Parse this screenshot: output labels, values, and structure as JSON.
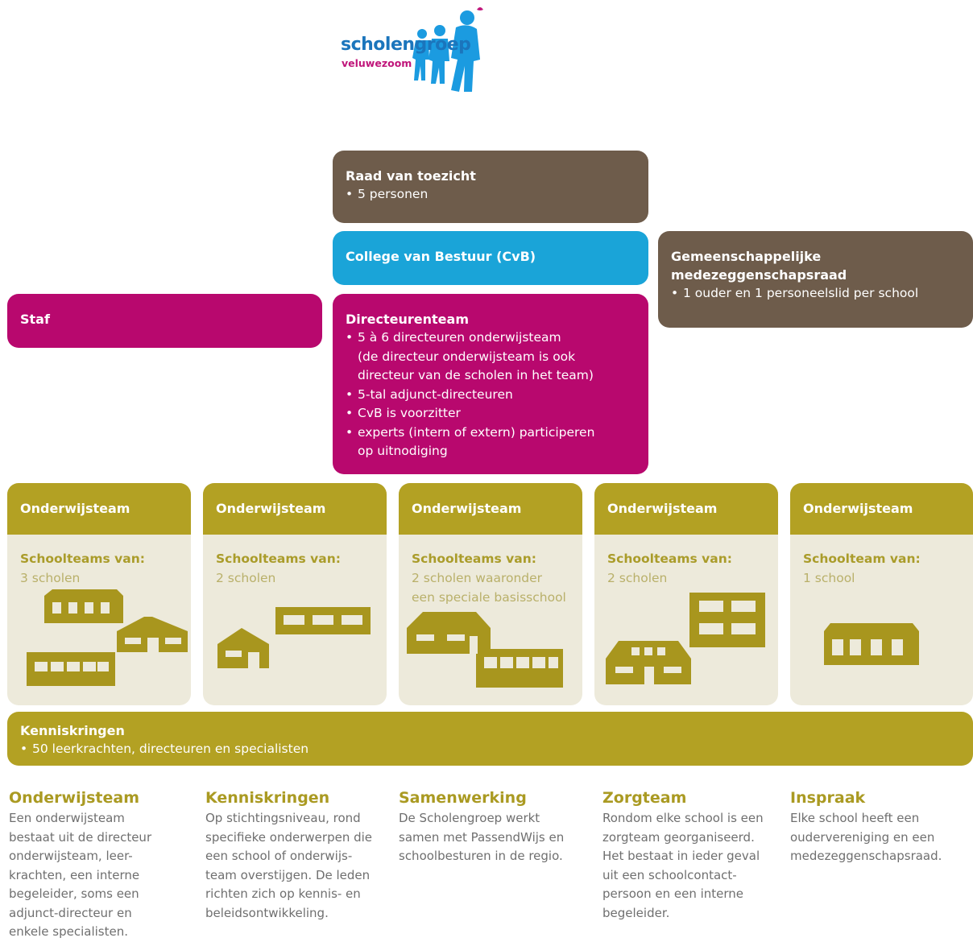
{
  "logo": {
    "word1": "scholengroep",
    "word2": "veluwezoom"
  },
  "colors": {
    "brown": "#6e5c4b",
    "blue": "#1aa4d8",
    "magenta": "#b8086e",
    "olive": "#b3a123",
    "panel": "#edeadb"
  },
  "raad": {
    "title": "Raad van toezicht",
    "items": [
      "5 personen"
    ]
  },
  "college": {
    "title": "College van Bestuur (CvB)"
  },
  "gmr": {
    "title_line1": "Gemeenschappelijke",
    "title_line2": "medezeggenschapsraad",
    "items": [
      "1 ouder en 1 personeelslid per school"
    ]
  },
  "staf": {
    "title": "Staf"
  },
  "directeuren": {
    "title": "Directeurenteam",
    "items": [
      {
        "line1": "5 à 6 directeuren onderwijsteam",
        "line2": "(de directeur onderwijsteam is ook",
        "line3": "directeur van de scholen in het team)"
      },
      {
        "line1": "5-tal adjunct-directeuren"
      },
      {
        "line1": "CvB is voorzitter"
      },
      {
        "line1": "experts (intern of extern) participeren",
        "line2": "op uitnodiging"
      }
    ]
  },
  "teams": [
    {
      "header": "Onderwijsteam",
      "label": "Schoolteams van:",
      "lines": [
        "3 scholen"
      ]
    },
    {
      "header": "Onderwijsteam",
      "label": "Schoolteams van:",
      "lines": [
        "2 scholen"
      ]
    },
    {
      "header": "Onderwijsteam",
      "label": "Schoolteams van:",
      "lines": [
        "2 scholen waaronder",
        "een speciale basisschool"
      ]
    },
    {
      "header": "Onderwijsteam",
      "label": "Schoolteams van:",
      "lines": [
        "2 scholen"
      ]
    },
    {
      "header": "Onderwijsteam",
      "label": "Schoolteam van:",
      "lines": [
        "1 school"
      ]
    }
  ],
  "kenniskringen": {
    "title": "Kenniskringen",
    "items": [
      "50 leerkrachten, directeuren en specialisten"
    ]
  },
  "footer": [
    {
      "title": "Onderwijsteam",
      "lines": [
        "Een onderwijsteam",
        "bestaat uit de directeur",
        "onderwijsteam, leer-",
        "krachten, een interne",
        "begeleider, soms een",
        "adjunct-directeur en",
        "enkele specialisten."
      ]
    },
    {
      "title": "Kenniskringen",
      "lines": [
        "Op stichtingsniveau, rond",
        "specifieke onderwerpen die",
        "een school of onderwijs-",
        "team overstijgen. De leden",
        "richten zich op kennis- en",
        "beleidsontwikkeling."
      ]
    },
    {
      "title": "Samenwerking",
      "lines": [
        "De Scholengroep werkt",
        "samen met PassendWijs en",
        "schoolbesturen in de regio."
      ]
    },
    {
      "title": "Zorgteam",
      "lines": [
        "Rondom elke school is een",
        "zorgteam georganiseerd.",
        "Het bestaat in ieder geval",
        "uit een schoolcontact-",
        "persoon en een interne",
        "begeleider."
      ]
    },
    {
      "title": "Inspraak",
      "lines": [
        "Elke school heeft een",
        "oudervereniging en een",
        "medezeggenschapsraad."
      ]
    }
  ]
}
